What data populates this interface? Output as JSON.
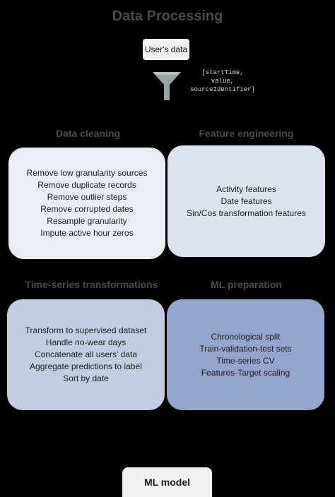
{
  "title": "Data Processing",
  "input_label": "User's data",
  "input_fields": [
    "[startTime,",
    "value,",
    "sourceIdentifier]"
  ],
  "sections": [
    {
      "title": "Data cleaning",
      "color": "#e9eef4",
      "items": [
        "Remove low granularity sources",
        "Remove duplicate records",
        "Remove outlier steps",
        "Remove corrupted dates",
        "Resample granularity",
        "Impute active hour zeros"
      ]
    },
    {
      "title": "Feature engineering",
      "color": "#dde3ee",
      "items": [
        "Activity features",
        "Date features",
        "Sin/Cos transformation features"
      ]
    },
    {
      "title": "Time-series transformations",
      "color": "#c3cde2",
      "items": [
        "Transform to supervised dataset",
        "Handle no-wear days",
        "Concatenate all users' data",
        "Aggregate predictions to label",
        "Sort by date"
      ]
    },
    {
      "title": "ML preparation",
      "color": "#94a6cc",
      "items": [
        "Chronological split",
        "Train-validation-test sets",
        "Time-series CV",
        "Features-Target scaling"
      ]
    }
  ],
  "output_label": "ML model",
  "colors": {
    "background": "#000000",
    "title_text": "#4a4a4a",
    "funnel": "#9aa2a6"
  }
}
